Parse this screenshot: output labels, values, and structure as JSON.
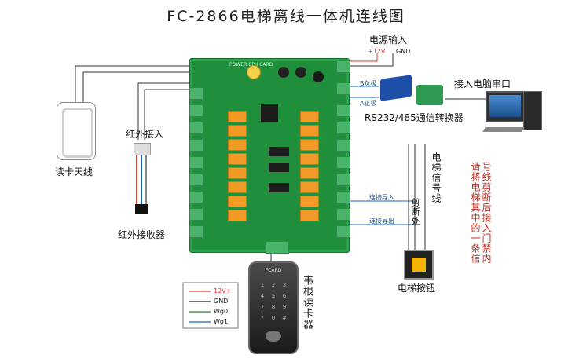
{
  "title": "FC-2866电梯离线一体机连线图",
  "labels": {
    "power_input": "电源输入",
    "plus12v": "+12V",
    "gnd": "GND",
    "b_neg": "B负极",
    "a_pos": "A正极",
    "converter": "RS232/485通信转换器",
    "pc_serial": "接入电脑串口",
    "antenna": "读卡天线",
    "infrared_in": "红外接入",
    "infrared_receiver": "红外接收器",
    "connect_in": "连接导入",
    "connect_out": "连接导出",
    "cut_point": "剪断处",
    "elevator_signal": "电梯信号线",
    "elevator_button": "电梯按钮",
    "wiegand_reader": "韦根读卡器",
    "board_top": "POWER CPU CARD",
    "reader_brand": "FCARD"
  },
  "instruction": {
    "col1": "号线剪断后接入门禁内",
    "col2": "请将电梯其中的一条信"
  },
  "legend": [
    {
      "label": "12V+",
      "color": "#e53935"
    },
    {
      "label": "GND",
      "color": "#222222"
    },
    {
      "label": "Wg0",
      "color": "#2e7d32"
    },
    {
      "label": "Wg1",
      "color": "#1565c0"
    }
  ],
  "keypad": [
    "1",
    "2",
    "3",
    "4",
    "5",
    "6",
    "7",
    "8",
    "9",
    "*",
    "0",
    "#"
  ]
}
